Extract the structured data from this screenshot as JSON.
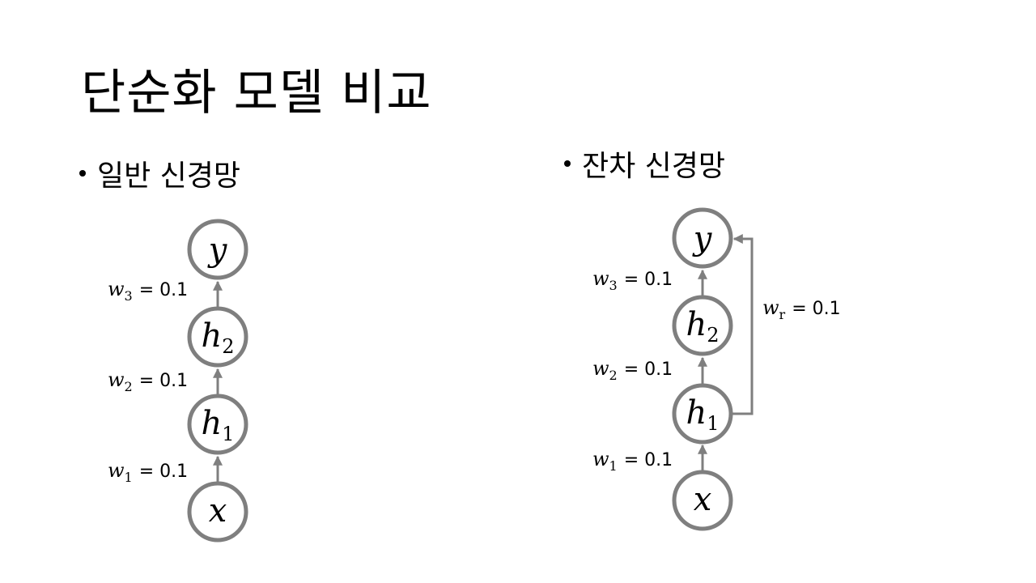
{
  "title": "단순화 모델 비교",
  "left": {
    "heading": "일반 신경망",
    "nodes": {
      "y": {
        "base": "y",
        "sub": ""
      },
      "h2": {
        "base": "h",
        "sub": "2"
      },
      "h1": {
        "base": "h",
        "sub": "1"
      },
      "x": {
        "base": "x",
        "sub": ""
      }
    },
    "weights": [
      {
        "base": "w",
        "sub": "3",
        "eq": "= 0.1"
      },
      {
        "base": "w",
        "sub": "2",
        "eq": "= 0.1"
      },
      {
        "base": "w",
        "sub": "1",
        "eq": "= 0.1"
      }
    ]
  },
  "right": {
    "heading": "잔차 신경망",
    "nodes": {
      "y": {
        "base": "y",
        "sub": ""
      },
      "h2": {
        "base": "h",
        "sub": "2"
      },
      "h1": {
        "base": "h",
        "sub": "1"
      },
      "x": {
        "base": "x",
        "sub": ""
      }
    },
    "weights": [
      {
        "base": "w",
        "sub": "3",
        "eq": "= 0.1"
      },
      {
        "base": "w",
        "sub": "2",
        "eq": "= 0.1"
      },
      {
        "base": "w",
        "sub": "1",
        "eq": "= 0.1"
      }
    ],
    "residual": {
      "base": "w",
      "sub": "r",
      "eq": "= 0.1"
    }
  },
  "colors": {
    "node_stroke": "#7f7f7f",
    "text": "#000000"
  }
}
